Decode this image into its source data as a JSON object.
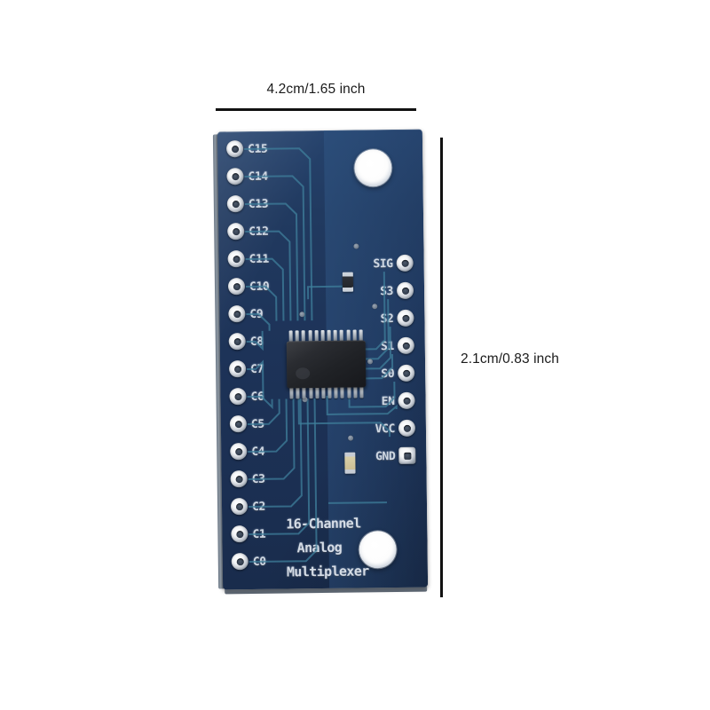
{
  "scene": {
    "kind": "product-photo",
    "subject": "16-Channel Analog Multiplexer breakout board (CD74HC4067)",
    "background_color": "#ffffff"
  },
  "dimensions": {
    "width_label": "4.2cm/1.65 inch",
    "height_label": "2.1cm/0.83 inch",
    "rule_color": "#111111"
  },
  "board": {
    "color": "#1d3358",
    "silkscreen_color": "#dfe6ef",
    "title_lines": [
      "16-Channel",
      "Analog",
      "Multiplexer"
    ],
    "left_pins": [
      "C15",
      "C14",
      "C13",
      "C12",
      "C11",
      "C10",
      "C9",
      "C8",
      "C7",
      "C6",
      "C5",
      "C4",
      "C3",
      "C2",
      "C1",
      "C0"
    ],
    "right_pins": [
      "SIG",
      "S3",
      "S2",
      "S1",
      "S0",
      "EN",
      "VCC",
      "GND"
    ],
    "components": {
      "ic_package": "TSSOP-24",
      "ic_color": "#202226",
      "smd_count": 2,
      "mounting_holes": 2
    }
  }
}
